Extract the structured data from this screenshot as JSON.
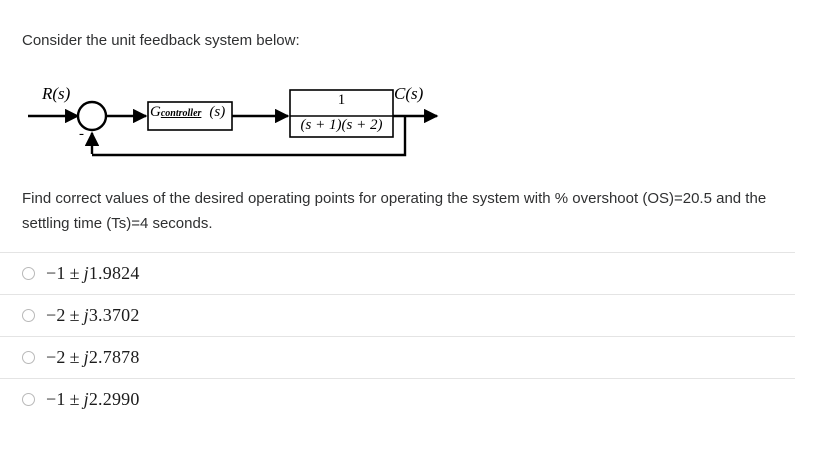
{
  "prompt": {
    "intro": "Consider the unit feedback system below:",
    "question": "Find correct values of the desired operating points for operating the system with % overshoot (OS)=20.5 and  the settling time (Ts)=4 seconds."
  },
  "diagram": {
    "input_label": "R(s)",
    "output_label": "C(s)",
    "summing_sign": "-",
    "controller_block": {
      "name": "G",
      "subscript": "controller",
      "argument": "(s)"
    },
    "plant_block": {
      "numerator": "1",
      "denominator": "(s + 1)(s + 2)"
    }
  },
  "options": [
    {
      "id": "option-1",
      "real": "−1",
      "pm": "±",
      "j": "j",
      "imag": "1.9824",
      "selected": false
    },
    {
      "id": "option-2",
      "real": "−2",
      "pm": "±",
      "j": "j",
      "imag": "3.3702",
      "selected": false
    },
    {
      "id": "option-3",
      "real": "−2",
      "pm": "±",
      "j": "j",
      "imag": "2.7878",
      "selected": false
    },
    {
      "id": "option-4",
      "real": "−1",
      "pm": "±",
      "j": "j",
      "imag": "2.2990",
      "selected": false
    }
  ],
  "colors": {
    "background": "#ffffff",
    "text": "#2f3031",
    "math_text": "#1c1c1c",
    "separator": "#e4e4e4",
    "radio_border": "#b9b9b9",
    "diagram_stroke": "#000000"
  }
}
